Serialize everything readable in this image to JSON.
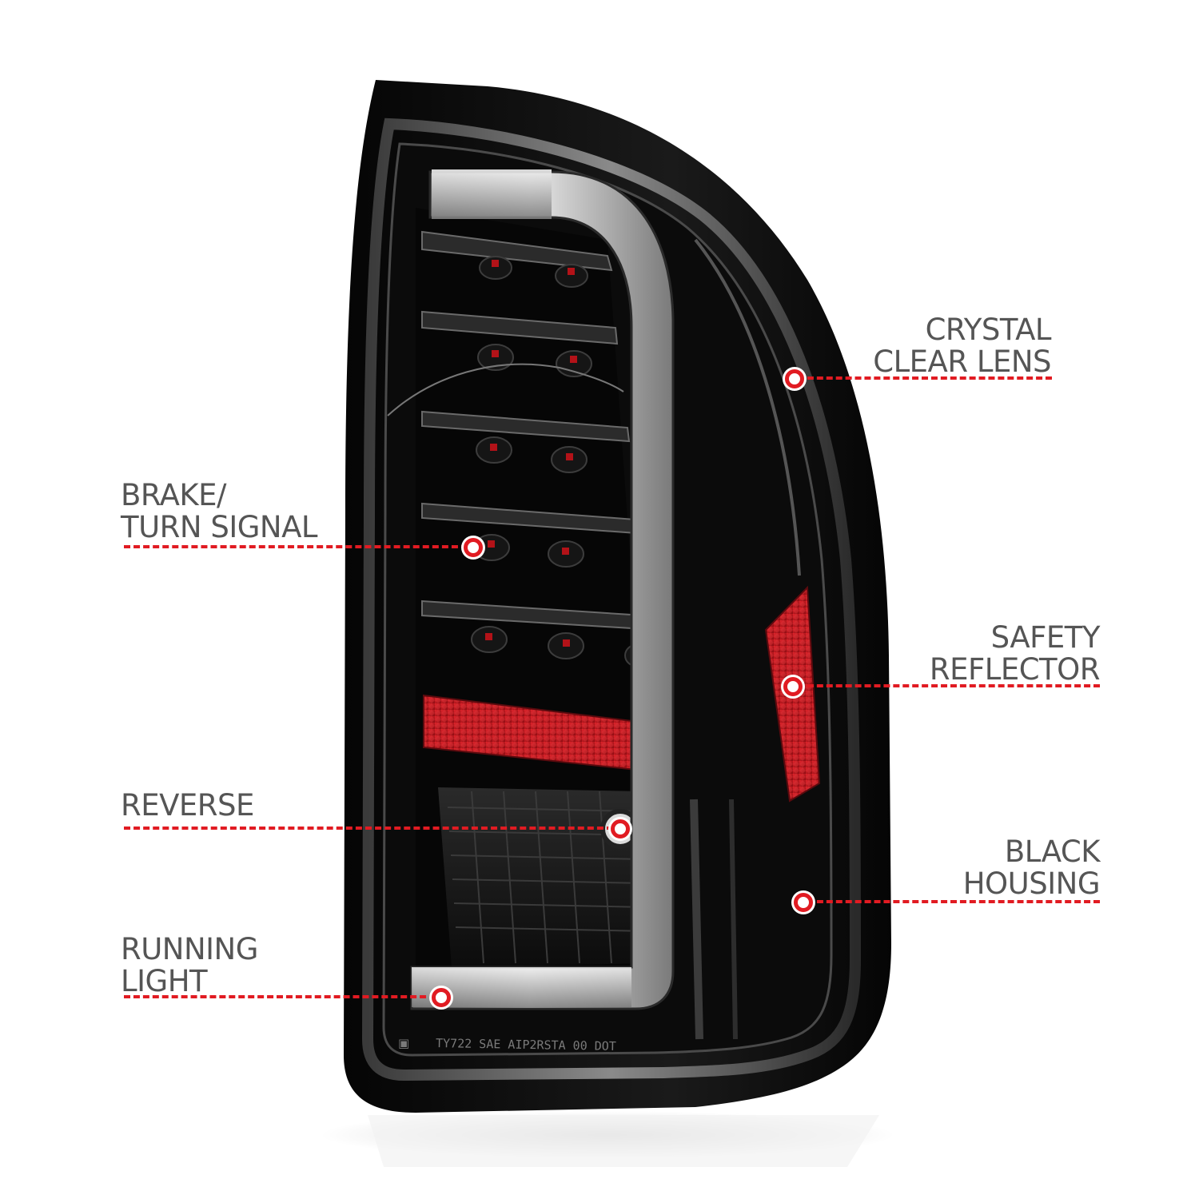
{
  "colors": {
    "accent": "#e11b22",
    "label_text": "#555555",
    "background": "#ffffff",
    "housing": "#0a0a0a",
    "reflector": "#c4121b"
  },
  "product": {
    "lens_marking": "TY722 SAE AIP2RSTA 00 DOT"
  },
  "callouts": {
    "crystal_lens": {
      "line1": "CRYSTAL",
      "line2": "CLEAR LENS"
    },
    "brake_turn": {
      "line1": "BRAKE/",
      "line2": "TURN SIGNAL"
    },
    "safety_reflector": {
      "line1": "SAFETY",
      "line2": "REFLECTOR"
    },
    "reverse": {
      "line1": "REVERSE"
    },
    "black_housing": {
      "line1": "BLACK",
      "line2": "HOUSING"
    },
    "running_light": {
      "line1": "RUNNING",
      "line2": "LIGHT"
    }
  }
}
